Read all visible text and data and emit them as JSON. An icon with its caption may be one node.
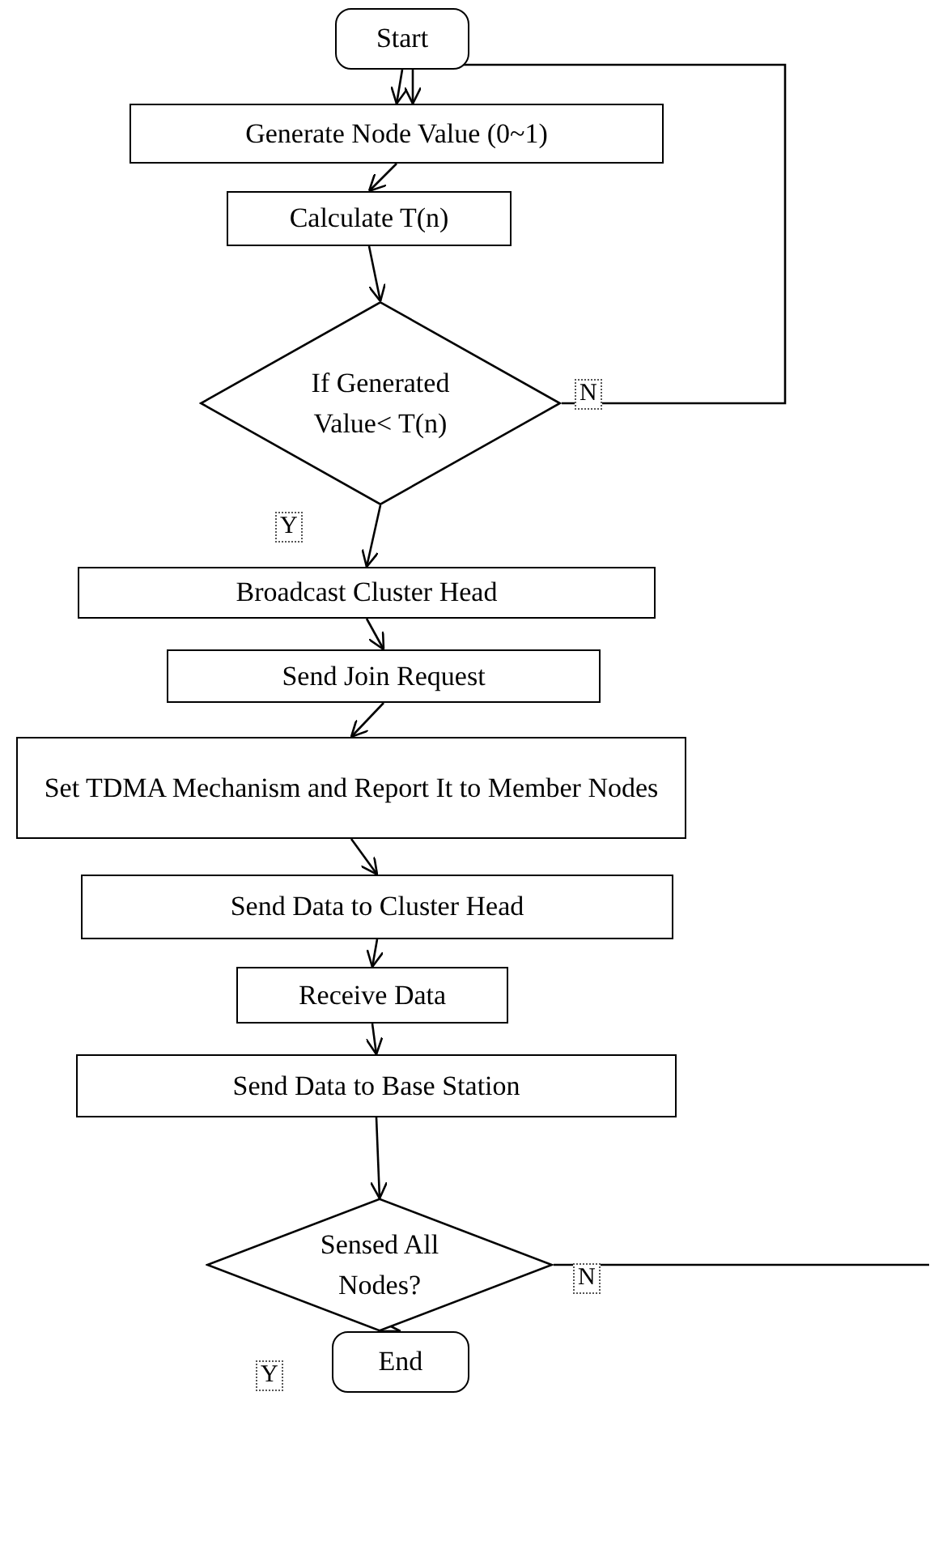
{
  "diagram": {
    "nodes": [
      {
        "text": [
          "Start"
        ]
      },
      {
        "text": [
          "Generate Node Value (0~1)"
        ]
      },
      {
        "text": [
          "Calculate T(n)"
        ]
      },
      {
        "text": [
          "If Generated Value< T(n)"
        ]
      },
      {
        "text": [
          "Broadcast Cluster Head"
        ]
      },
      {
        "text": [
          "Send Join Request"
        ]
      },
      {
        "text": [
          "Set TDMA Mechanism and Report It to Member Nodes"
        ]
      },
      {
        "text": [
          "Send Data to Cluster Head"
        ]
      },
      {
        "text": [
          "Receive Data"
        ]
      },
      {
        "text": [
          "Send Data to Base Station"
        ]
      },
      {
        "text": [
          "Sensed All Nodes?"
        ]
      },
      {
        "text": [
          "End"
        ]
      }
    ],
    "edges": [
      {
        "from": 0,
        "to": 1,
        "arrow": "to"
      },
      {
        "from": 1,
        "to": 2,
        "arrow": "to"
      },
      {
        "from": 2,
        "to": 3,
        "arrow": "to"
      },
      {
        "from": 3,
        "to": 4,
        "arrow": "to",
        "label": "Y"
      },
      {
        "from": 3,
        "to": 1,
        "arrow": "to",
        "label": "N"
      },
      {
        "from": 4,
        "to": 5,
        "arrow": "to"
      },
      {
        "from": 5,
        "to": 6,
        "arrow": "to"
      },
      {
        "from": 6,
        "to": 7,
        "arrow": "to"
      },
      {
        "from": 7,
        "to": 8,
        "arrow": "to"
      },
      {
        "from": 8,
        "to": 9,
        "arrow": "to"
      },
      {
        "from": 9,
        "to": 10,
        "arrow": "to"
      },
      {
        "from": 10,
        "to": 11,
        "arrow": "to",
        "label": "Y"
      },
      {
        "from": 10,
        "to": null,
        "arrow": "none",
        "label": "N"
      }
    ]
  }
}
